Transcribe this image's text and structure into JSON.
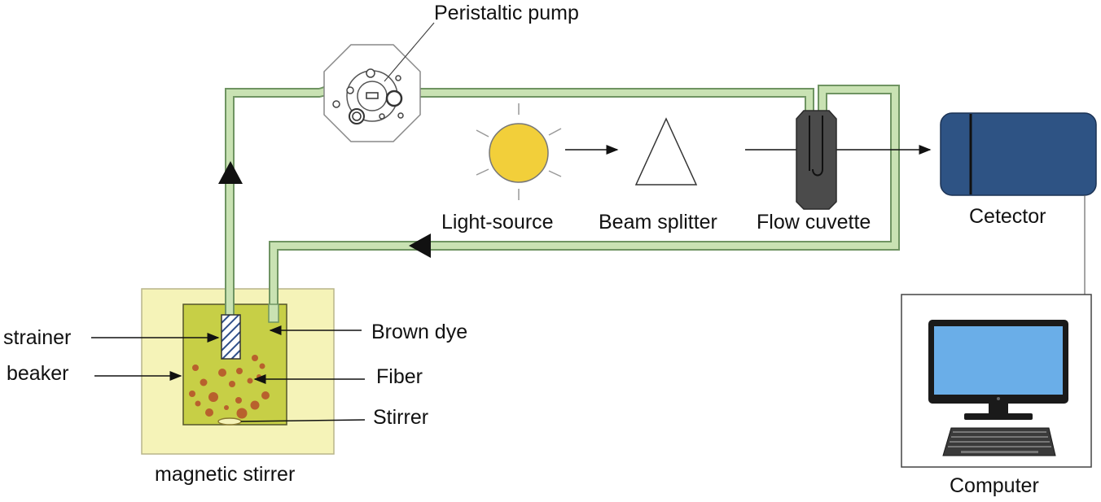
{
  "labels": {
    "peristaltic_pump": "Peristaltic pump",
    "light_source": "Light-source",
    "beam_splitter": "Beam splitter",
    "flow_cuvette": "Flow cuvette",
    "detector": "Cetector",
    "computer": "Computer",
    "strainer": "strainer",
    "beaker": "beaker",
    "brown_dye": "Brown dye",
    "fiber": "Fiber",
    "stirrer": "Stirrer",
    "magnetic_stirrer": "magnetic stirrer"
  },
  "colors": {
    "tube_fill": "#c9e2b3",
    "tube_stroke": "#6f9462",
    "stirrer_base": "#f5f3b8",
    "beaker_liquid": "#c7cf46",
    "fiber_dots": "#b8612d",
    "sun": "#f2cf3a",
    "detector_body": "#2e5384",
    "screen": "#6aaee8",
    "cuvette": "#4b4b4b"
  },
  "icons": [
    "peristaltic-pump-icon",
    "light-source-sun-icon",
    "beam-splitter-prism-icon",
    "flow-cuvette-icon",
    "detector-icon",
    "computer-monitor-icon",
    "keyboard-icon"
  ]
}
